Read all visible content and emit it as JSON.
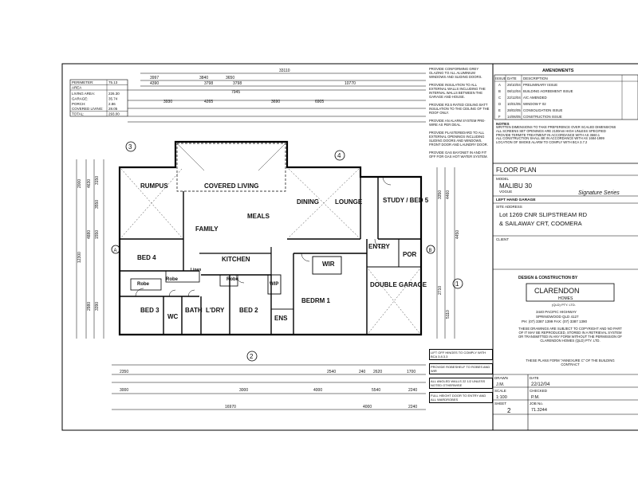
{
  "dims": {
    "overall": "33110",
    "top": [
      "3997",
      "3840",
      "3650",
      "4390",
      "3798",
      "3798",
      "10770",
      "7945",
      "3930",
      "4265",
      "3690",
      "6905"
    ],
    "bottom": [
      "2350",
      "2540",
      "240",
      "2620",
      "1700",
      "3000",
      "3000",
      "4000",
      "5540",
      "2240",
      "16970",
      "4000",
      "2240"
    ],
    "left": [
      "2000",
      "4630",
      "3150",
      "3550",
      "12300",
      "4880",
      "1550",
      "2980",
      "3390"
    ],
    "right": [
      "3350",
      "4460",
      "4450",
      "2710",
      "5110"
    ]
  },
  "areas": {
    "rows": [
      {
        "label": "PERIMETER:",
        "value": "75.13"
      },
      {
        "label": "AREA",
        "value": ""
      },
      {
        "label": "LIVING AREA:",
        "value": "226.30"
      },
      {
        "label": "GARAGE:",
        "value": "35.74"
      },
      {
        "label": "PORCH:",
        "value": "2.86"
      },
      {
        "label": "COVERED LIVING:",
        "value": "28.05"
      },
      {
        "label": "TOTAL:",
        "value": "293.00"
      }
    ]
  },
  "rooms": {
    "covered_living": "COVERED LIVING",
    "rumpus": "RUMPUS",
    "meals": "MEALS",
    "family": "FAMILY",
    "dining": "DINING",
    "lounge": "LOUNGE",
    "study": "STUDY / BED 5",
    "bed4": "BED 4",
    "kitchen": "KITCHEN",
    "linen": "Linen",
    "robe1": "Robe",
    "robe2": "Robe",
    "robe3": "Robe",
    "bed3": "BED 3",
    "wc": "WC",
    "bath": "BATH",
    "ldry": "L'DRY",
    "bed2": "BED 2",
    "wip": "WIP",
    "wir": "WIR",
    "ens": "ENS",
    "bedrm1": "BEDRM 1",
    "entry": "ENTRY",
    "por": "POR",
    "double_garage": "DOUBLE GARAGE"
  },
  "markers": [
    "3",
    "4",
    "2",
    "1",
    "A",
    "B"
  ],
  "notes": [
    "PROVIDE CONFORMING GREY GLAZING TO ALL ALUMINIUM WINDOWS AND SLIDING DOORS.",
    "PROVIDE INSULATION TO ALL EXTERNAL WALLS INCLUDING THE INTERNAL WALLS BETWEEN THE GARAGE AND HOUSE.",
    "PROVIDE R3.5 RATED CEILING BATT INSULATION TO THE CEILING OF THE ROOF ONLY.",
    "PROVIDE AN ALARM SYSTEM PRE-WIRE AS PER DEAL.",
    "PROVIDE PLASTERBOARD TO ALL EXTERNAL OPENINGS INCLUDING SLIDING DOORS AND WINDOWS, FRONT DOOR AND LAUNDRY DOOR.",
    "PROVIDE GAS BAYONET IN AND FIT OFF FOR GAS HOT WATER SYSTEM."
  ],
  "amendments": {
    "title": "AMENDMENTS",
    "headers": [
      "ISSUE",
      "DATE",
      "DESCRIPTION"
    ],
    "rows": [
      [
        "A",
        "29/10/04",
        "PRELIMINARY ISSUE"
      ],
      [
        "B",
        "08/12/04",
        "BUILDING AGREEMENT ISSUE"
      ],
      [
        "C",
        "22/12/04",
        "A/C AMENDED"
      ],
      [
        "D",
        "10/01/05",
        "WINDOW F 02"
      ],
      [
        "E",
        "28/02/05",
        "CONSOLIDATION ISSUE"
      ],
      [
        "F",
        "14/06/05",
        "CONSTRUCTION ISSUE"
      ]
    ],
    "notes_title": "NOTES",
    "notes": [
      "WRITTEN DIMENSIONS TO TAKE PREFERENCE OVER SCALED DIMENSIONS",
      "ALL SCREENS SET OPENINGS ARE 2100mm HIGH UNLESS SPECIFIED",
      "PROVIDE TERMITE TREATMENT IN ACCORDANCE WITH AS 3660.1",
      "ALL CONSTRUCTION SHALL BE IN ACCORDANCE WITH AS 1684-1999",
      "LOCATION OF SMOKE ALARM TO COMPLY WITH BCA 3.7.2"
    ]
  },
  "title_block": {
    "heading": "FLOOR PLAN",
    "model_label": "MODEL",
    "model": "MALIBU 30",
    "variant": "VOGUE",
    "brand_signature": "Signature Series",
    "garage": "LEFT HAND GARAGE",
    "site_label": "SITE ADDRESS",
    "site_line1": "Lot 1269 CNR SLIPSTREAM RD",
    "site_line2": "& SAILAWAY CRT, COOMERA",
    "client_label": "CLIENT",
    "design_by": "DESIGN & CONSTRUCTION BY",
    "company": "CLARENDON",
    "company_sub": "HOMES",
    "company_line": "(QLD) PTY. LTD.",
    "addr1": "3440 PACIFIC HIGHWAY",
    "addr2": "SPRINGWOOD QLD 4127",
    "phone": "PH: (07) 3387 1399   FAX: (07) 3387 1390",
    "copyright": "THESE DRAWINGS ARE SUBJECT TO COPYRIGHT AND NO PART OF IT MAY BE REPRODUCED, STORED IN A RETRIEVAL SYSTEM OR TRANSMITTED IN ANY FORM WITHOUT THE PERMISSION OF CLARENDON HOMES (QLD) PTY. LTD.",
    "annexure": "THESE PLANS FORM \"ANNEXURE C\" OF THE BUILDING CONTRACT",
    "drawn_label": "DRAWN",
    "drawn": "J.M.",
    "date_label": "DATE",
    "date": "22/12/04",
    "scale_label": "SCALE",
    "scale": "1:100",
    "checked_label": "CHECKED",
    "checked": "P.M.",
    "sheet_label": "SHEET",
    "sheet": "2",
    "job_label": "JOB No.",
    "job": "71.3244"
  },
  "bottom_notes": [
    "LIFT OFF HINGES TO COMPLY WITH BCA 3.8.3.3",
    "PROVIDE ROBESHELF TO ROBES AND WIR",
    "ALL ANGLED WALLS 22 1/2 UNLESS NOTED OTHERWISE",
    "FULL HEIGHT DOOR TO ENTRY AND ALL WARDROBES"
  ]
}
